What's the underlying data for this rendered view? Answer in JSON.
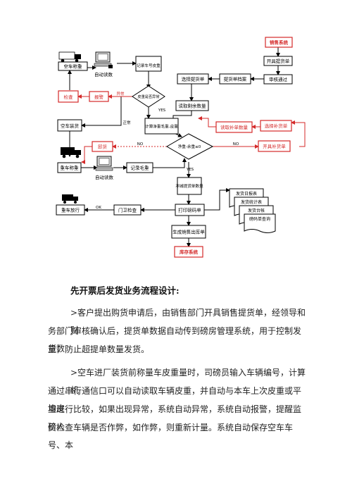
{
  "diagram": {
    "nodes": {
      "sales_system": "销售系统",
      "issue_bill": "开具提货单",
      "review_pass": "审核通过",
      "bill_archive": "提货单档案",
      "select_bill": "选择提货单",
      "read_balance": "读取剩余数量",
      "empty_weigh": "空车称重",
      "auto_read1": "自动读数",
      "record_tare": "记录车号皮重",
      "tare_abnormal": "皮重是否异常",
      "inspect": "检查",
      "alarm": "报警",
      "empty_load": "空车装货",
      "calc_net": "计算净重毛重-皮重",
      "read_supp": "读取补单数量",
      "select_supp": "选择补货单",
      "net_compare": "净重-余重≤0",
      "issue_supp": "开具补货单",
      "unload": "卸货",
      "heavy_weigh": "重车称重",
      "auto_read2": "自动读数",
      "record_gross": "记录毛重",
      "reduce_balance": "冲减提货单数量",
      "gate_check": "门卫检查",
      "truck_release": "重车放行",
      "print_weigh": "打印磅码单",
      "gen_out": "生成销售出库单",
      "inventory_system": "库存系统"
    },
    "reports": [
      "发货日报表",
      "发货统计表",
      "发货台帐",
      "磅码单查询"
    ],
    "edge_labels": {
      "abnormal": "异常",
      "normal": "正常",
      "yes1": "YES",
      "no1": "NO",
      "yes2": "YES",
      "no2": "NO",
      "ok": "OK"
    }
  },
  "text": {
    "heading": "先开票后发货业务流程设计:",
    "p1_l1": ">客户提出购货申请后，由销售部门开具销售提货单，经领导和财",
    "p1_l2": "务部门审核确认后，提货单数据自动传到磅房管理系统，用于控制发货数",
    "p1_l3": "量，防止超提单数量发货。",
    "p2_l1": ">空车进厂装货前称量车皮重量时，司磅员输入车辆编号，计算机",
    "p2_l2": "通过串行通信口可以自动读取车辆皮重，并自动与本车上次皮重或平均皮",
    "p2_l3": "重进行比较，如果出现异常，系统自动异常，系统自动报警，提醒监磅人",
    "p2_l4": "员检查车辆是否作弊，如作弊，则重新计量。系统自动保存空车车号、本"
  },
  "colors": {
    "accent_red": "#d42a2a",
    "line": "#000000"
  }
}
